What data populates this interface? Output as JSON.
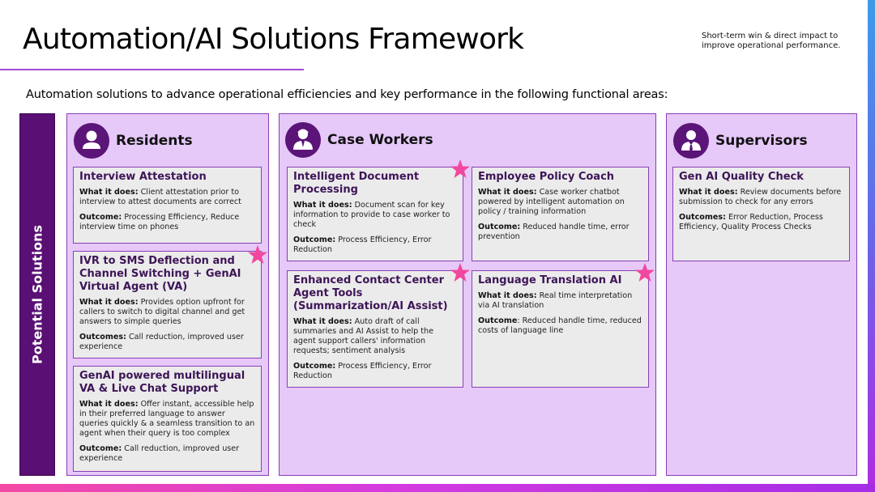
{
  "header": {
    "title": "Automation/AI Solutions Framework",
    "tagline": "Short-term win & direct impact to improve operational performance."
  },
  "intro": "Automation solutions to advance operational efficiencies and key performance in the following functional areas:",
  "side_label": "Potential Solutions",
  "colors": {
    "side_band": "#5a0f74",
    "panel_fill": "#e6c8f9",
    "panel_border": "#8a3fb5",
    "card_fill": "#ebebeb",
    "star": "#f0489e",
    "icon_circle": "#5b1478"
  },
  "labels": {
    "what": "What it does:",
    "outcome": "Outcome:",
    "outcomes": "Outcomes:"
  },
  "residents": {
    "heading": "Residents",
    "icon": "person-icon",
    "cards": [
      {
        "title": "Interview Attestation",
        "what": " Client attestation prior to interview to attest documents are correct",
        "outcome": " Processing Efficiency,  Reduce interview time on phones"
      },
      {
        "title": "IVR to SMS Deflection and Channel Switching + GenAI Virtual Agent (VA)",
        "what": " Provides option upfront for callers to switch to digital channel and get answers to simple queries",
        "outcome": " Call reduction, improved user experience"
      },
      {
        "title": "GenAI powered multilingual VA & Live Chat Support",
        "what": " Offer instant, accessible help in their preferred language to answer queries quickly & a seamless transition to an agent when their query is too complex",
        "outcome": " Call reduction, improved user experience"
      }
    ]
  },
  "case_workers": {
    "heading": "Case Workers",
    "icon": "case-worker-icon",
    "cards": [
      {
        "title": "Intelligent Document Processing",
        "what": " Document scan for key information to provide to case worker to check",
        "outcome": " Process Efficiency, Error Reduction"
      },
      {
        "title": "Employee Policy Coach",
        "what": " Case worker chatbot powered by intelligent automation on policy / training information",
        "outcome": " Reduced handle time, error prevention"
      },
      {
        "title": "Enhanced Contact Center Agent Tools (Summarization/AI Assist)",
        "what": " Auto draft of call summaries and AI Assist to help the agent support callers' information requests; sentiment analysis",
        "outcome": " Process Efficiency, Error Reduction"
      },
      {
        "title": "Language Translation AI",
        "what": " Real time interpretation via AI translation",
        "outcome": ": Reduced handle time, reduced costs of language line"
      }
    ]
  },
  "supervisors": {
    "heading": "Supervisors",
    "icon": "supervisor-icon",
    "cards": [
      {
        "title": "Gen AI Quality Check",
        "what": " Review documents before submission to check for any errors",
        "outcome": " Error Reduction, Process Efficiency, Quality Process Checks"
      }
    ]
  }
}
